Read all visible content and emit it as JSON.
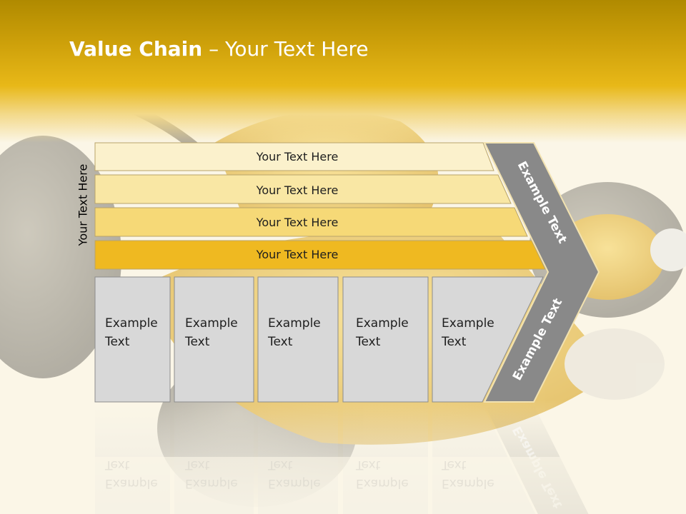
{
  "title": {
    "bold": "Value Chain",
    "rest": " – Your Text Here"
  },
  "side_label": "Your Text Here",
  "bars": [
    {
      "label": "Your Text Here",
      "color": "#fbf1cc"
    },
    {
      "label": "Your Text Here",
      "color": "#f9e7a4"
    },
    {
      "label": "Your Text Here",
      "color": "#f6d977"
    },
    {
      "label": "Your Text Here",
      "color": "#efb921"
    }
  ],
  "boxes": [
    {
      "line1": "Example",
      "line2": "Text"
    },
    {
      "line1": "Example",
      "line2": "Text"
    },
    {
      "line1": "Example",
      "line2": "Text"
    },
    {
      "line1": "Example",
      "line2": "Text"
    },
    {
      "line1": "Example",
      "line2": "Text"
    }
  ],
  "chevron": {
    "upper_label": "Example Text",
    "lower_label": "Example Text",
    "color": "#898989"
  },
  "colors": {
    "accent": "#efb921",
    "box_fill": "#d8d8d8",
    "box_border": "#8c8c8c"
  }
}
